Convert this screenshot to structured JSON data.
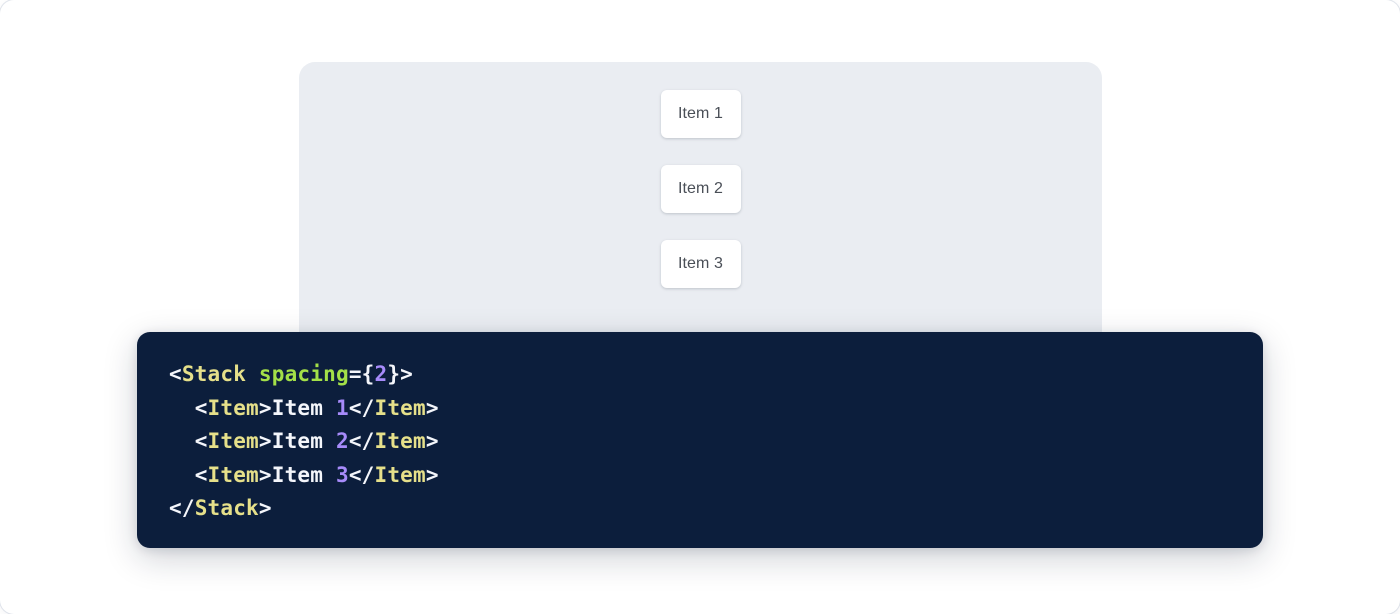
{
  "colors": {
    "page_background": "#ffffff",
    "panel_background": "#eaedf2",
    "card_background": "#ffffff",
    "card_text": "#4a4f57",
    "code_background": "#0c1e3c",
    "code_default_text": "#f4f6fb",
    "code_tag": "#e6e08a",
    "code_attribute": "#a3e048",
    "code_number": "#a78bfa"
  },
  "preview": {
    "component_name": "Stack",
    "items": [
      {
        "label": "Item 1"
      },
      {
        "label": "Item 2"
      },
      {
        "label": "Item 3"
      }
    ]
  },
  "code": {
    "language": "jsx",
    "lines": [
      {
        "indent": "",
        "tokens": [
          {
            "text": "<",
            "type": "punct"
          },
          {
            "text": "Stack",
            "type": "tag"
          },
          {
            "text": " ",
            "type": "punct"
          },
          {
            "text": "spacing",
            "type": "attr"
          },
          {
            "text": "={",
            "type": "punct"
          },
          {
            "text": "2",
            "type": "num"
          },
          {
            "text": "}>",
            "type": "punct"
          }
        ]
      },
      {
        "indent": "  ",
        "tokens": [
          {
            "text": "<",
            "type": "punct"
          },
          {
            "text": "Item",
            "type": "tag"
          },
          {
            "text": ">",
            "type": "punct"
          },
          {
            "text": "Item ",
            "type": "text"
          },
          {
            "text": "1",
            "type": "num"
          },
          {
            "text": "</",
            "type": "punct"
          },
          {
            "text": "Item",
            "type": "tag"
          },
          {
            "text": ">",
            "type": "punct"
          }
        ]
      },
      {
        "indent": "  ",
        "tokens": [
          {
            "text": "<",
            "type": "punct"
          },
          {
            "text": "Item",
            "type": "tag"
          },
          {
            "text": ">",
            "type": "punct"
          },
          {
            "text": "Item ",
            "type": "text"
          },
          {
            "text": "2",
            "type": "num"
          },
          {
            "text": "</",
            "type": "punct"
          },
          {
            "text": "Item",
            "type": "tag"
          },
          {
            "text": ">",
            "type": "punct"
          }
        ]
      },
      {
        "indent": "  ",
        "tokens": [
          {
            "text": "<",
            "type": "punct"
          },
          {
            "text": "Item",
            "type": "tag"
          },
          {
            "text": ">",
            "type": "punct"
          },
          {
            "text": "Item ",
            "type": "text"
          },
          {
            "text": "3",
            "type": "num"
          },
          {
            "text": "</",
            "type": "punct"
          },
          {
            "text": "Item",
            "type": "tag"
          },
          {
            "text": ">",
            "type": "punct"
          }
        ]
      },
      {
        "indent": "",
        "tokens": [
          {
            "text": "</",
            "type": "punct"
          },
          {
            "text": "Stack",
            "type": "tag"
          },
          {
            "text": ">",
            "type": "punct"
          }
        ]
      }
    ]
  }
}
